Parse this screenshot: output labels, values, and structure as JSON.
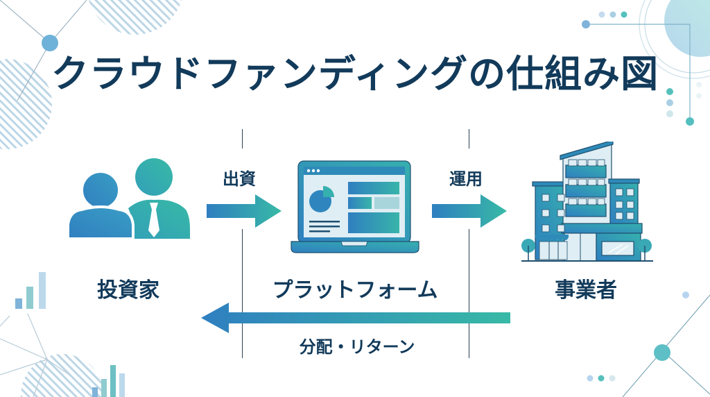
{
  "title": "クラウドファンディングの仕組み図",
  "colors": {
    "title_text": "#123a5a",
    "gradient_start": "#2f7fc0",
    "gradient_end": "#35b8a8",
    "divider": "#2a3f52",
    "decor_light": "#a9cfe3"
  },
  "actors": [
    {
      "id": "investor",
      "label": "投資家",
      "icon": "investors-icon"
    },
    {
      "id": "platform",
      "label": "プラットフォーム",
      "icon": "laptop-dashboard-icon"
    },
    {
      "id": "business",
      "label": "事業者",
      "icon": "building-icon"
    }
  ],
  "flows": [
    {
      "from": "investor",
      "to": "platform",
      "label": "出資",
      "direction": "right"
    },
    {
      "from": "platform",
      "to": "business",
      "label": "運用",
      "direction": "right"
    },
    {
      "from": "business",
      "to": "investor",
      "label": "分配・リターン",
      "direction": "left"
    }
  ]
}
